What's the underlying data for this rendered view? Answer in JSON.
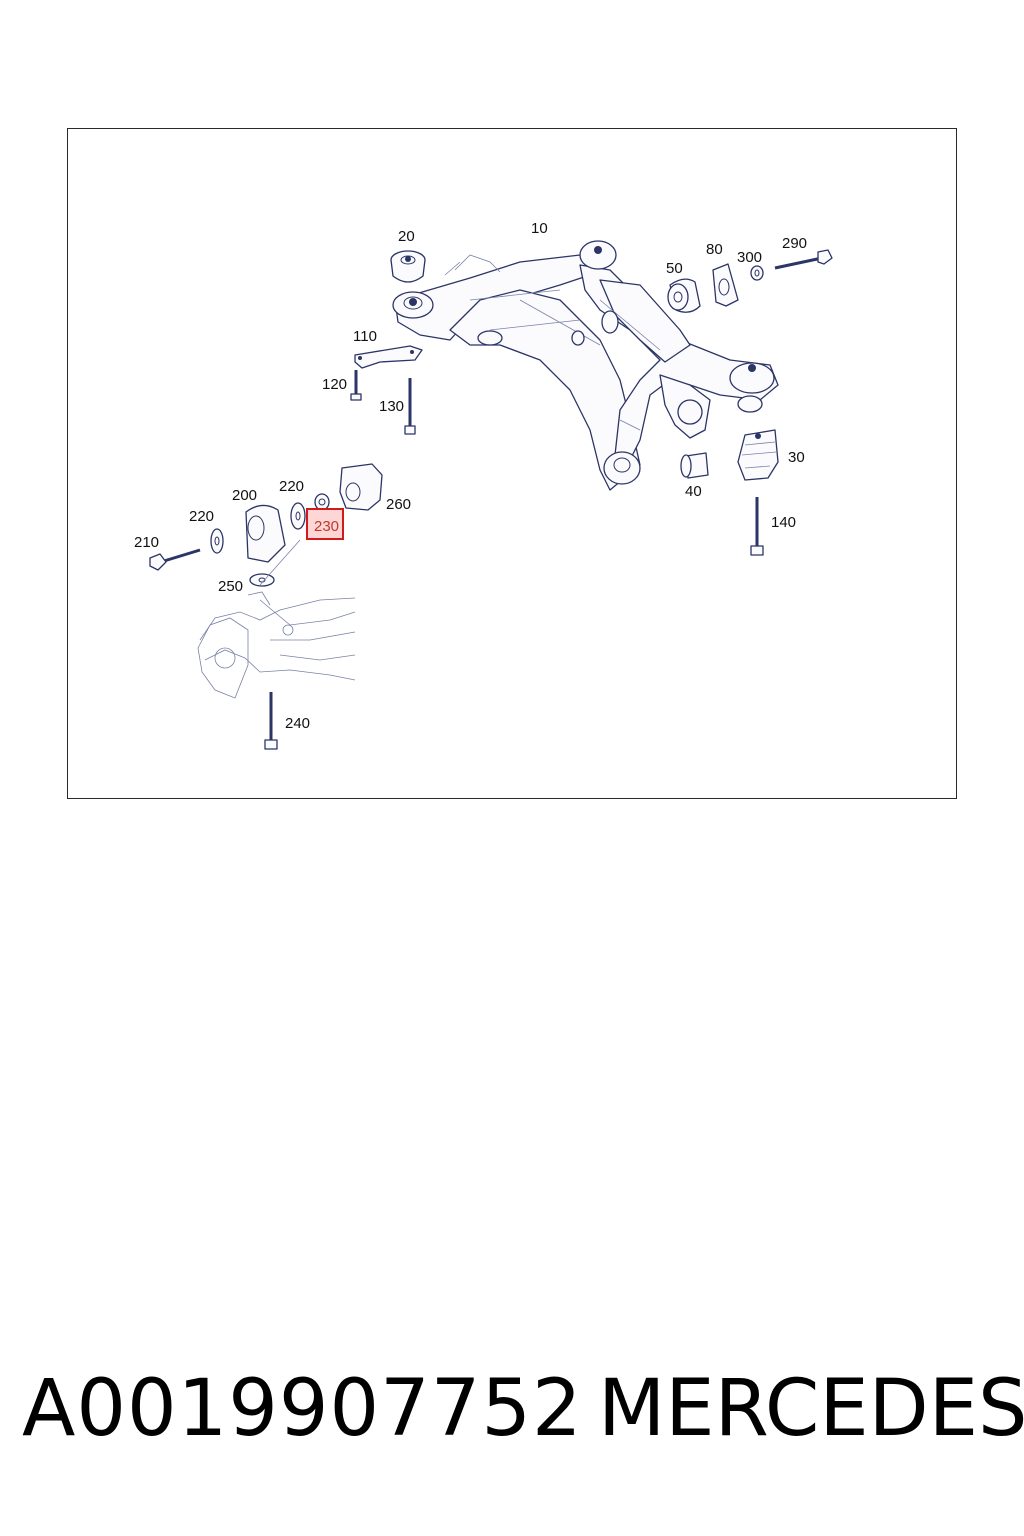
{
  "diagram": {
    "callouts": {
      "c10": "10",
      "c20": "20",
      "c30": "30",
      "c40": "40",
      "c50": "50",
      "c80": "80",
      "c110": "110",
      "c120": "120",
      "c130": "130",
      "c140": "140",
      "c200": "200",
      "c210": "210",
      "c220a": "220",
      "c220b": "220",
      "c230": "230",
      "c240": "240",
      "c250": "250",
      "c260": "260",
      "c290": "290",
      "c300": "300"
    },
    "highlighted_callout": "230",
    "highlight_color": "#d11a1a",
    "line_color": "#2b3566"
  },
  "footer": {
    "part_number": "A0019907752",
    "brand": "MERCEDES"
  }
}
